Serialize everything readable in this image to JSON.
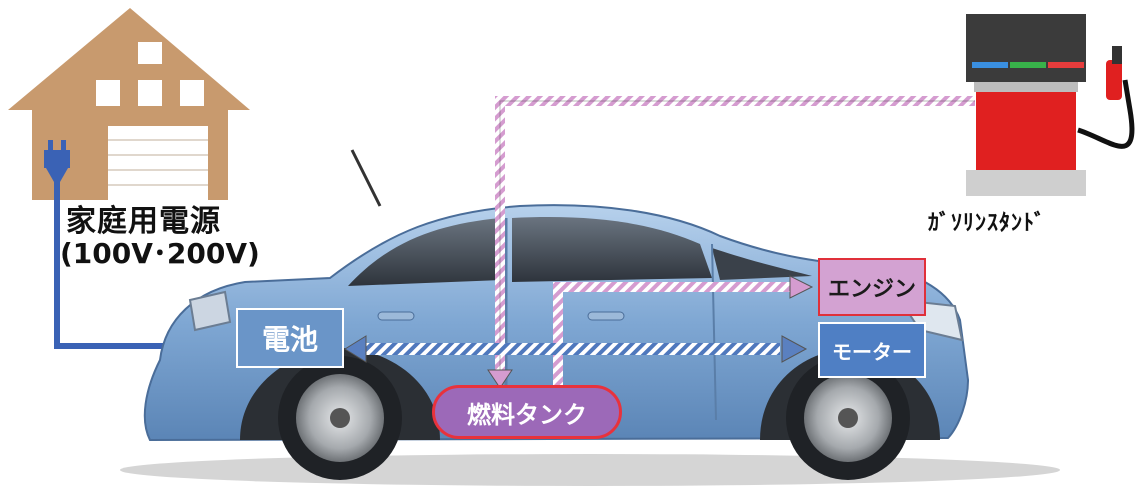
{
  "house": {
    "label": "家庭用電源",
    "voltage": "(100V･200V)",
    "house_color": "#c89a6e",
    "plug_color": "#3a62b5"
  },
  "gas_station": {
    "label": "ｶﾞｿﾘﾝｽﾀﾝﾄﾞ",
    "pump_color": "#e02020"
  },
  "components": {
    "battery": "電池",
    "engine": "エンジン",
    "motor": "モーター",
    "fuel_tank": "燃料タンク"
  },
  "colors": {
    "car_body": "#8fb4dc",
    "power_line": "#3a62b5",
    "fuel_arrow_stripe": "#d8a8d8",
    "electric_arrow_stripe": "#5a80c0"
  }
}
